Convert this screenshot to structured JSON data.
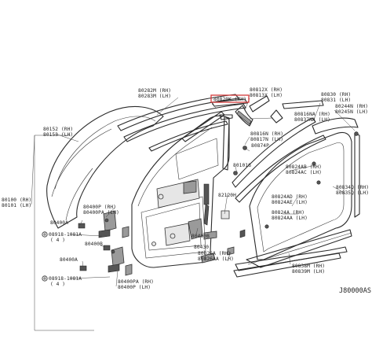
{
  "diagram_code": "J80000AS",
  "highlight_color": "#d23a3a",
  "labels": {
    "l80282": [
      "80282M (RH)",
      "80283M (LH)"
    ],
    "l80820": [
      "80820K (RH)"
    ],
    "l80812": [
      "80812X (RH)",
      "80813X (LH)"
    ],
    "l80830": [
      "80830 (RH)",
      "80831 (LH)"
    ],
    "l80244": [
      "80244N (RH)",
      "80245N (LH)"
    ],
    "l80152": [
      "80152 (RH)",
      "80153 (LH)"
    ],
    "l80816": [
      "80816NA (RH)",
      "80837NA (LH)"
    ],
    "l80816b": [
      "80816N (RH)",
      "80817N (LH)"
    ],
    "l80874": [
      "80874P"
    ],
    "l80100": [
      "80100 (RH)",
      "80101 (LH)"
    ],
    "l80101g": [
      "80101G"
    ],
    "l80824": [
      "80824AB (RH)",
      "80824AC (LH)"
    ],
    "l80834": [
      "80834Q (RH)",
      "80835Q (LH)"
    ],
    "l80400p": [
      "80400P (RH)",
      "80400PA (LH)"
    ],
    "l80400a": [
      "80400A"
    ],
    "l08918": [
      "08918-1081A",
      "( 4 )"
    ],
    "l80400b": [
      "80400B"
    ],
    "l82120": [
      "82120H"
    ],
    "l80824b": [
      "80824AD (RH)",
      "80824AE (LH)"
    ],
    "l80824c": [
      "80824A (RH)",
      "80824AA (LH)"
    ],
    "l80400a2": [
      "80400A"
    ],
    "l08918b": [
      "08918-1081A",
      "( 4 )"
    ],
    "l80400pa": [
      "80400PA (RH)",
      "80400P (LH)"
    ],
    "l80430": [
      "80430"
    ],
    "l80400b2": [
      "80400B"
    ],
    "l80826": [
      "80826A (RH)",
      "80826AA (LH)"
    ],
    "l80838": [
      "80838M (RH)",
      "80839M (LH)"
    ]
  }
}
